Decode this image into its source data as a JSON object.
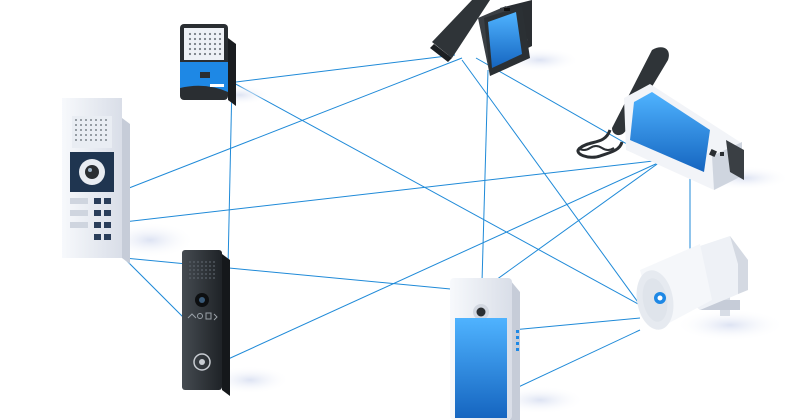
{
  "diagram": {
    "nodes": [
      {
        "id": "desk-phone",
        "icon": "desk-phone-icon"
      },
      {
        "id": "intercom-module",
        "icon": "intercom-module-icon"
      },
      {
        "id": "video-phone",
        "icon": "video-phone-icon"
      },
      {
        "id": "door-station",
        "icon": "door-station-icon"
      },
      {
        "id": "keypad-station",
        "icon": "keypad-station-icon"
      },
      {
        "id": "horn-speaker",
        "icon": "horn-speaker-icon"
      },
      {
        "id": "indoor-monitor",
        "icon": "indoor-monitor-icon"
      }
    ],
    "links": [
      [
        "intercom-module",
        "desk-phone"
      ],
      [
        "intercom-module",
        "door-station"
      ],
      [
        "intercom-module",
        "horn-speaker"
      ],
      [
        "desk-phone",
        "video-phone"
      ],
      [
        "desk-phone",
        "indoor-monitor"
      ],
      [
        "desk-phone",
        "horn-speaker"
      ],
      [
        "desk-phone",
        "keypad-station"
      ],
      [
        "door-station",
        "video-phone"
      ],
      [
        "door-station",
        "keypad-station"
      ],
      [
        "keypad-station",
        "video-phone"
      ],
      [
        "keypad-station",
        "horn-speaker"
      ],
      [
        "keypad-station",
        "indoor-monitor"
      ],
      [
        "video-phone",
        "horn-speaker"
      ],
      [
        "video-phone",
        "indoor-monitor"
      ],
      [
        "indoor-monitor",
        "horn-speaker"
      ]
    ],
    "colors": {
      "link": "#1f8ad8",
      "accent": "#1e88e5",
      "screen": "#2196f3",
      "dark": "#2f3438",
      "light": "#eef1f6",
      "shadow": "#e3e8f5"
    }
  }
}
